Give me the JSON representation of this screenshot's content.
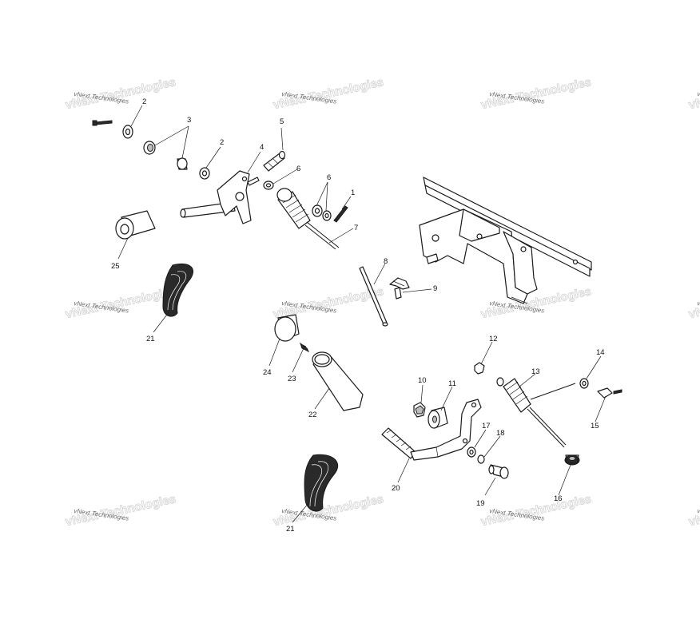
{
  "watermark": {
    "text": "vNext Technologies",
    "color": "#6a6a6a"
  },
  "callouts": {
    "n1": "1",
    "n2a": "2",
    "n2b": "2",
    "n3": "3",
    "n4": "4",
    "n5": "5",
    "n6a": "6",
    "n6b": "6",
    "n7": "7",
    "n8": "8",
    "n9": "9",
    "n10": "10",
    "n11": "11",
    "n12": "12",
    "n13": "13",
    "n14": "14",
    "n15": "15",
    "n16": "16",
    "n17": "17",
    "n18": "18",
    "n19": "19",
    "n20": "20",
    "n21a": "21",
    "n21b": "21",
    "n22": "22",
    "n23": "23",
    "n24": "24",
    "n25": "25"
  }
}
